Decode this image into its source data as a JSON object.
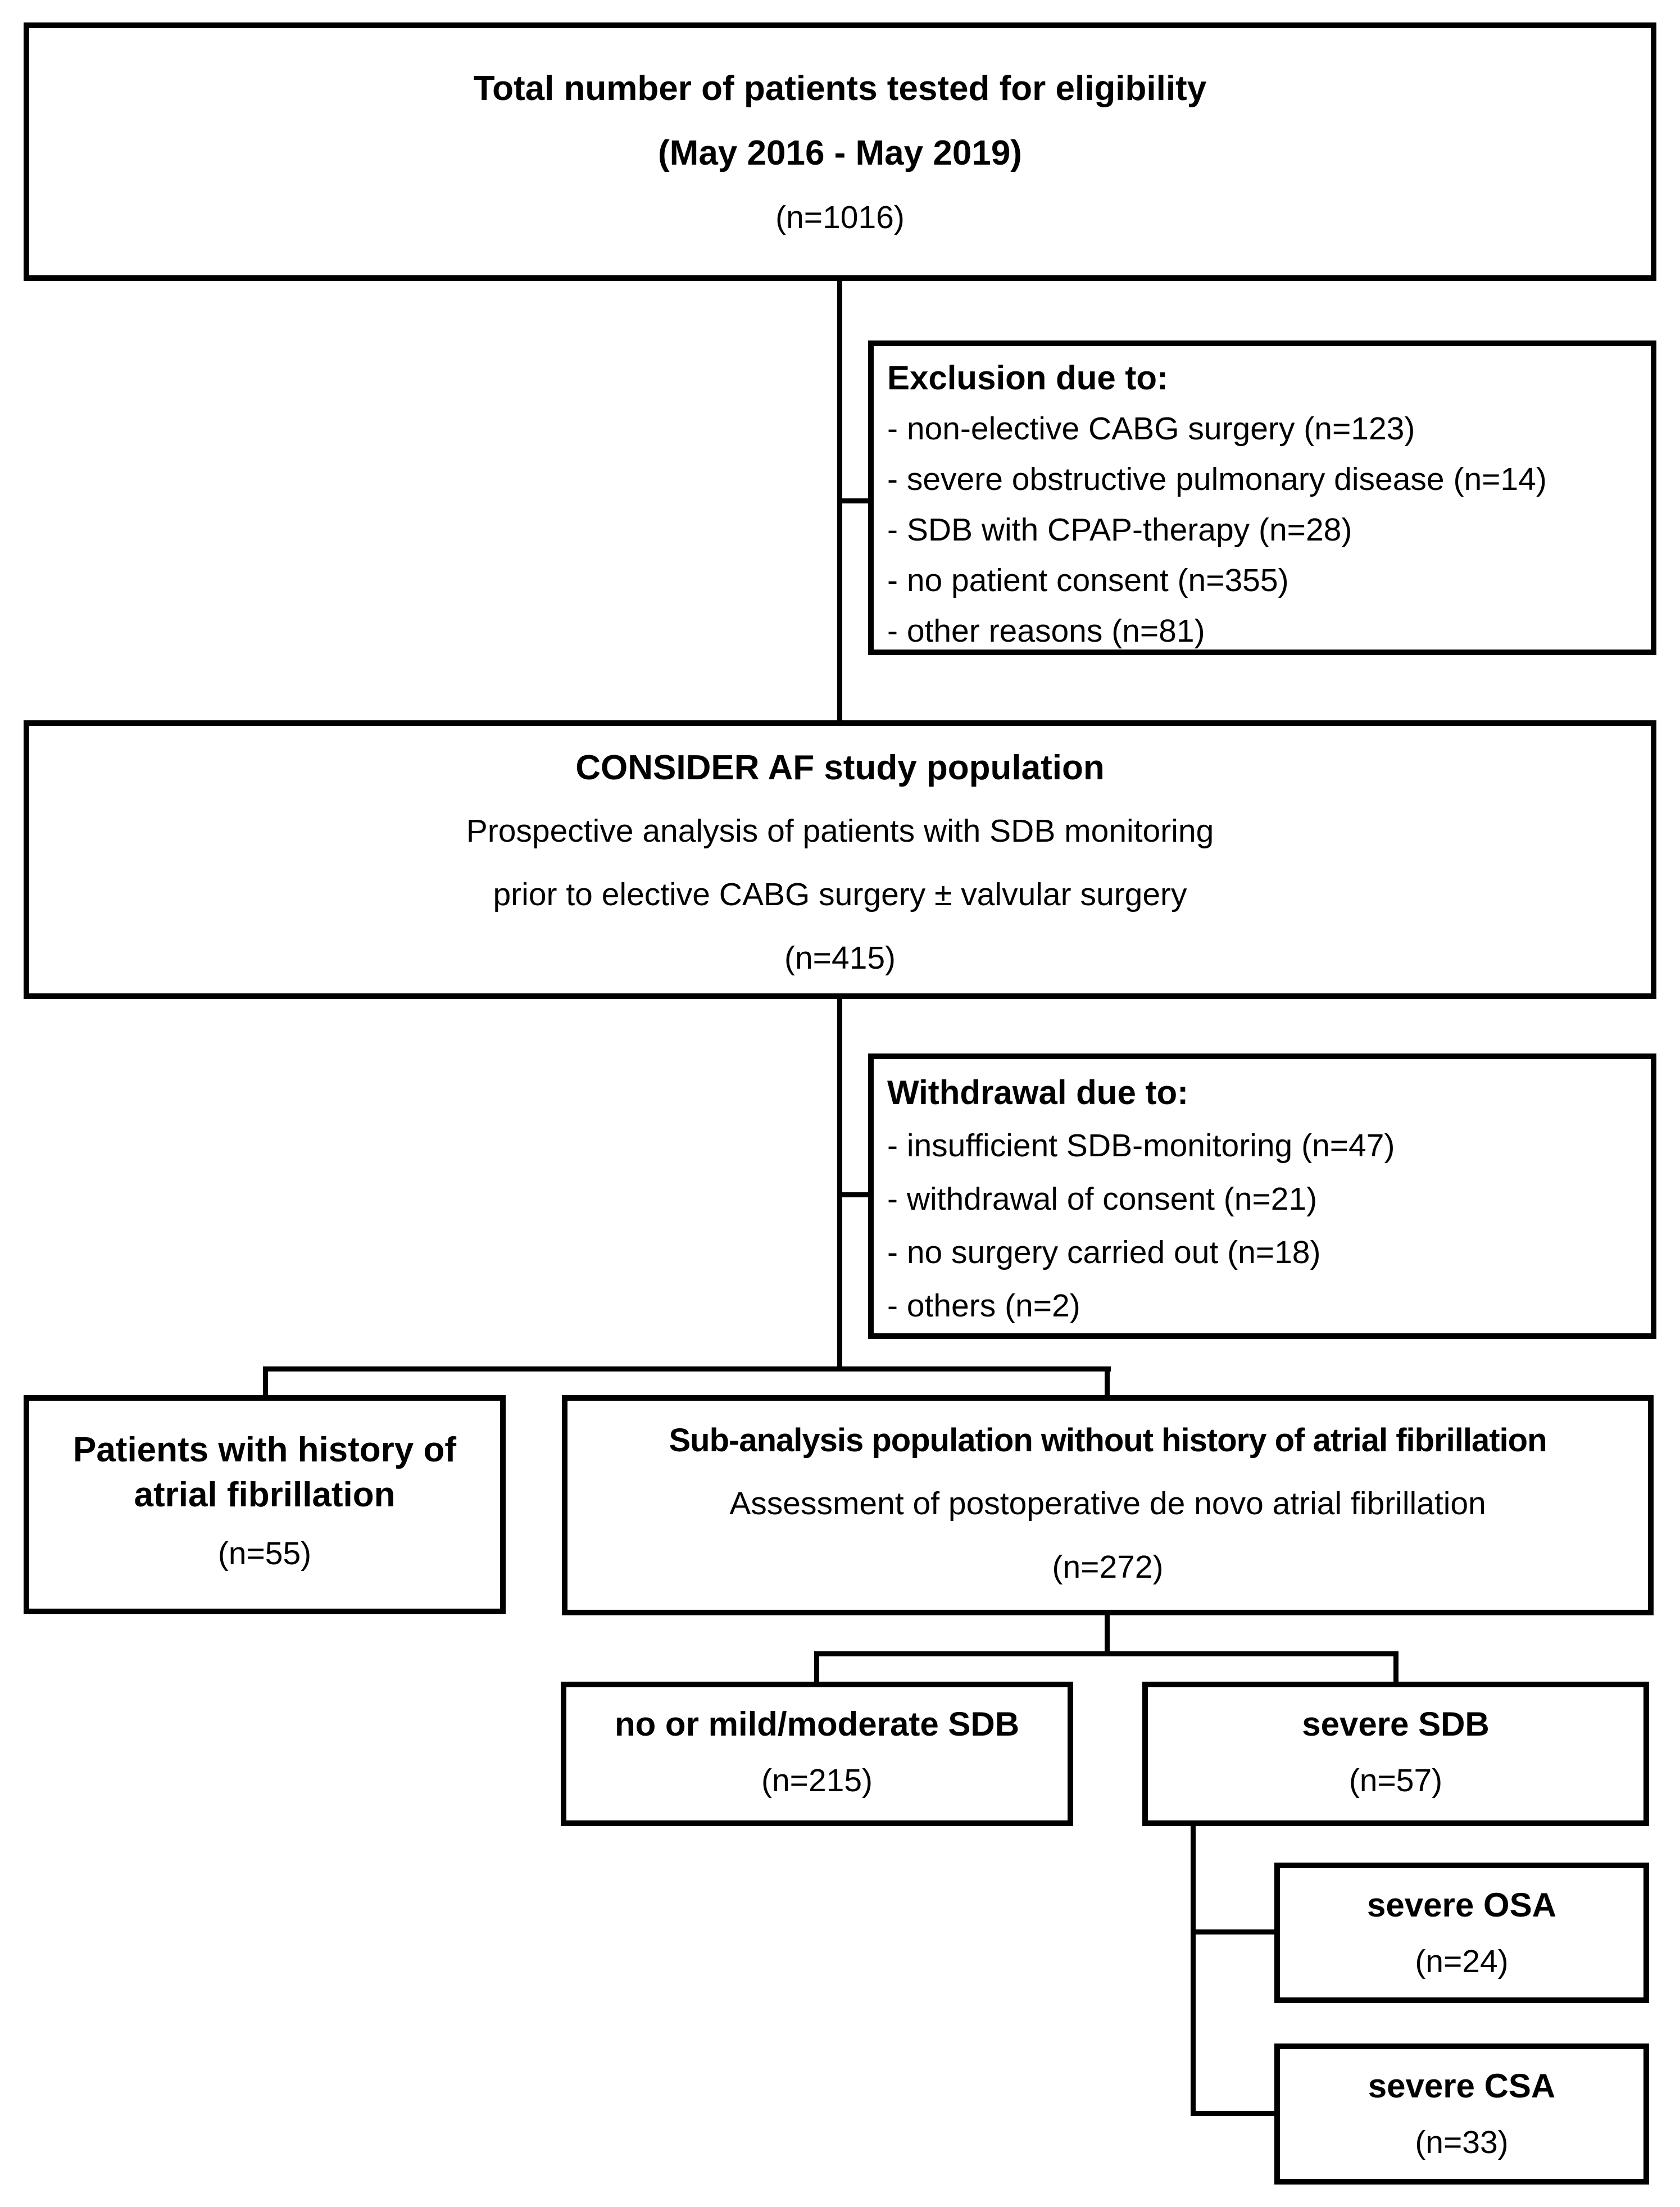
{
  "page": {
    "background_color": "#ffffff",
    "ink_color": "#000000"
  },
  "boxes": {
    "eligibility": {
      "title": "Total number of patients tested for eligibility",
      "dates": "(May 2016 - May 2019)",
      "n": "(n=1016)"
    },
    "exclusion": {
      "heading": "Exclusion due to:",
      "items": [
        "- non-elective CABG surgery (n=123)",
        "- severe obstructive pulmonary disease (n=14)",
        "- SDB with CPAP-therapy (n=28)",
        "- no patient consent (n=355)",
        "- other reasons (n=81)"
      ]
    },
    "study_population": {
      "title": "CONSIDER AF study population",
      "line2": "Prospective analysis of patients with SDB monitoring",
      "line3": "prior to elective CABG surgery ± valvular surgery",
      "n": "(n=415)"
    },
    "withdrawal": {
      "heading": "Withdrawal due to:",
      "items": [
        "- insufficient SDB-monitoring (n=47)",
        "- withdrawal of consent (n=21)",
        "- no surgery carried out (n=18)",
        "- others (n=2)"
      ]
    },
    "history_af": {
      "title_line1": "Patients with history of",
      "title_line2": "atrial fibrillation",
      "n": "(n=55)"
    },
    "sub_analysis": {
      "title": "Sub-analysis population without history of atrial fibrillation",
      "line2": "Assessment of postoperative de novo atrial fibrillation",
      "n": "(n=272)"
    },
    "no_mild_moderate_sdb": {
      "title": "no or mild/moderate SDB",
      "n": "(n=215)"
    },
    "severe_sdb": {
      "title": "severe SDB",
      "n": "(n=57)"
    },
    "severe_osa": {
      "title": "severe OSA",
      "n": "(n=24)"
    },
    "severe_csa": {
      "title": "severe CSA",
      "n": "(n=33)"
    }
  }
}
